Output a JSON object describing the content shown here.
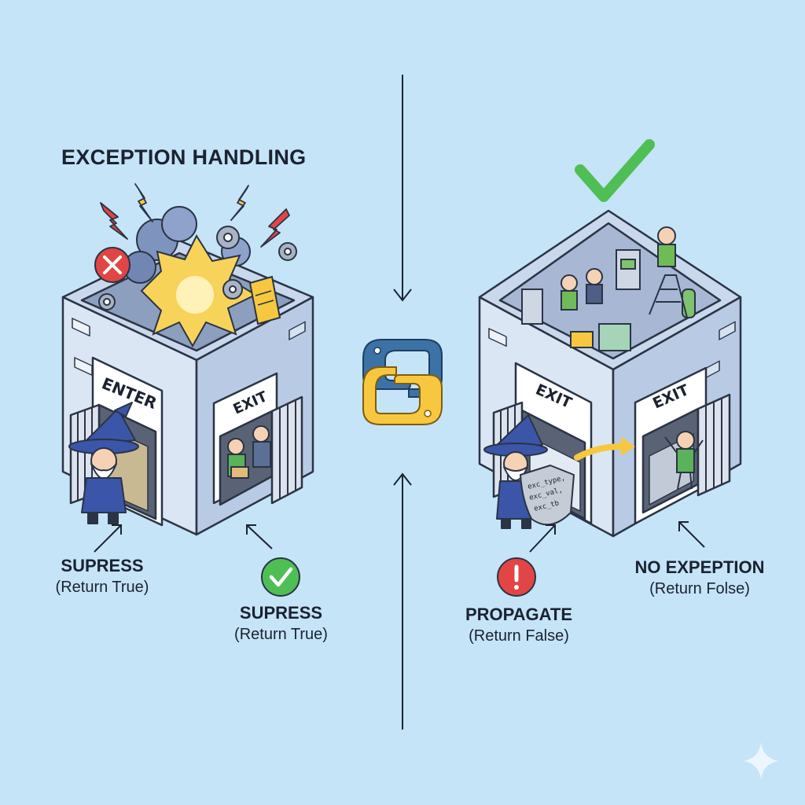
{
  "title": "EXCEPTION HANDLING",
  "left": {
    "enter_door": "ENTER",
    "exit_door": "EXIT",
    "label_1": {
      "main": "SUPRESS",
      "sub": "(Return True)"
    },
    "label_2": {
      "main": "SUPRESS",
      "sub": "(Return True)"
    }
  },
  "right": {
    "exit_door_left": "EXIT",
    "exit_door_right": "EXIT",
    "shield_text": [
      "exc_type,",
      "exc_val,",
      "exc_tb"
    ],
    "label_propagate": {
      "main": "PROPAGATE",
      "sub": "(Return False)"
    },
    "label_no_exception": {
      "main": "NO EXPEPTION",
      "sub": "(Return Folse)"
    }
  },
  "icons": [
    "python-logo-icon",
    "lightning-icon",
    "gear-icon",
    "error-x-icon",
    "success-check-icon",
    "warning-exclamation-icon",
    "sparkle-icon"
  ],
  "colors": {
    "background": "#c5e4f7",
    "building_front": "#dbe6f4",
    "building_side": "#b9cbe4",
    "python_blue": "#3d72a6",
    "python_yellow": "#f7c83f",
    "success_green": "#4fbf55",
    "error_red": "#e24545",
    "wizard_blue": "#3b55a8"
  }
}
